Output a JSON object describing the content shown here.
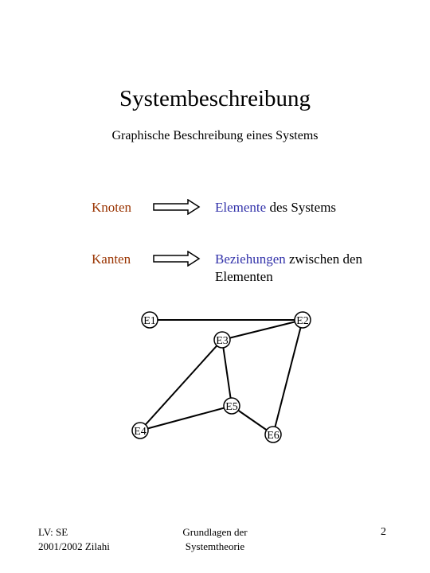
{
  "slide": {
    "title": "Systembeschreibung",
    "subtitle": "Graphische Beschreibung eines Systems"
  },
  "mappings": [
    {
      "term": "Knoten",
      "meaning_highlight": "Elemente",
      "meaning_rest": " des Systems",
      "meaning_line2": ""
    },
    {
      "term": "Kanten",
      "meaning_highlight": "Beziehungen",
      "meaning_rest": " zwischen den",
      "meaning_line2": "Elementen"
    }
  ],
  "graph": {
    "nodes": [
      "E1",
      "E2",
      "E3",
      "E4",
      "E5",
      "E6"
    ],
    "edges": [
      [
        "E1",
        "E2"
      ],
      [
        "E2",
        "E3"
      ],
      [
        "E3",
        "E4"
      ],
      [
        "E3",
        "E5"
      ],
      [
        "E4",
        "E5"
      ],
      [
        "E5",
        "E6"
      ],
      [
        "E2",
        "E6"
      ]
    ]
  },
  "footer": {
    "left_line1": "LV: SE",
    "left_line2": "2001/2002 Zilahi",
    "center_line1": "Grundlagen der",
    "center_line2": "Systemtheorie",
    "page_number": "2"
  },
  "colors": {
    "term": "#993300",
    "highlight": "#3333aa",
    "text": "#000000"
  }
}
